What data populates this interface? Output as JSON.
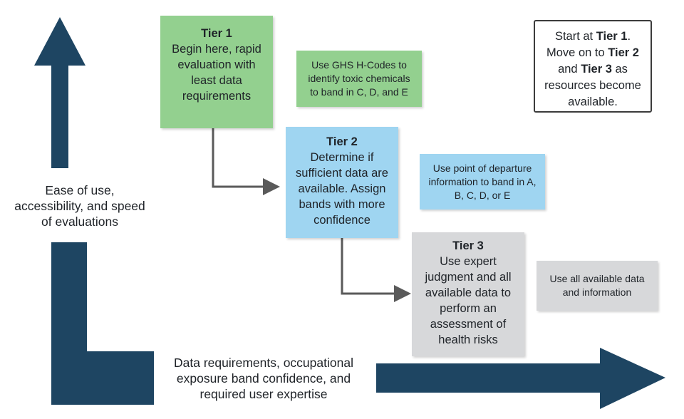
{
  "tier1": {
    "title": "Tier 1",
    "text": "Begin here, rapid evaluation with least data requirements",
    "note": "Use GHS H-Codes to identify toxic chemicals to band in C, D, and E"
  },
  "tier2": {
    "title": "Tier 2",
    "text": "Determine if sufficient data are available. Assign bands with more confidence",
    "note": "Use point of departure information to band in A, B, C, D, or E"
  },
  "tier3": {
    "title": "Tier 3",
    "text": "Use expert judgment and all available data to perform an assessment of health risks",
    "note": "Use all available data and information"
  },
  "axes": {
    "vertical": "Ease of use, accessibility, and speed of evaluations",
    "horizontal": "Data requirements, occupational exposure band confidence, and required user expertise"
  },
  "legend": {
    "p1": "Start at ",
    "b1": "Tier 1",
    "p2": ". Move on to ",
    "b2": "Tier 2",
    "p3": " and ",
    "b3": "Tier 3",
    "p4": " as resources become available."
  },
  "colors": {
    "axis_arrow": "#1e4562",
    "tier1": "#93d08f",
    "tier2": "#9fd5f1",
    "tier3": "#d7d8da",
    "connector": "#5a5a5a"
  }
}
